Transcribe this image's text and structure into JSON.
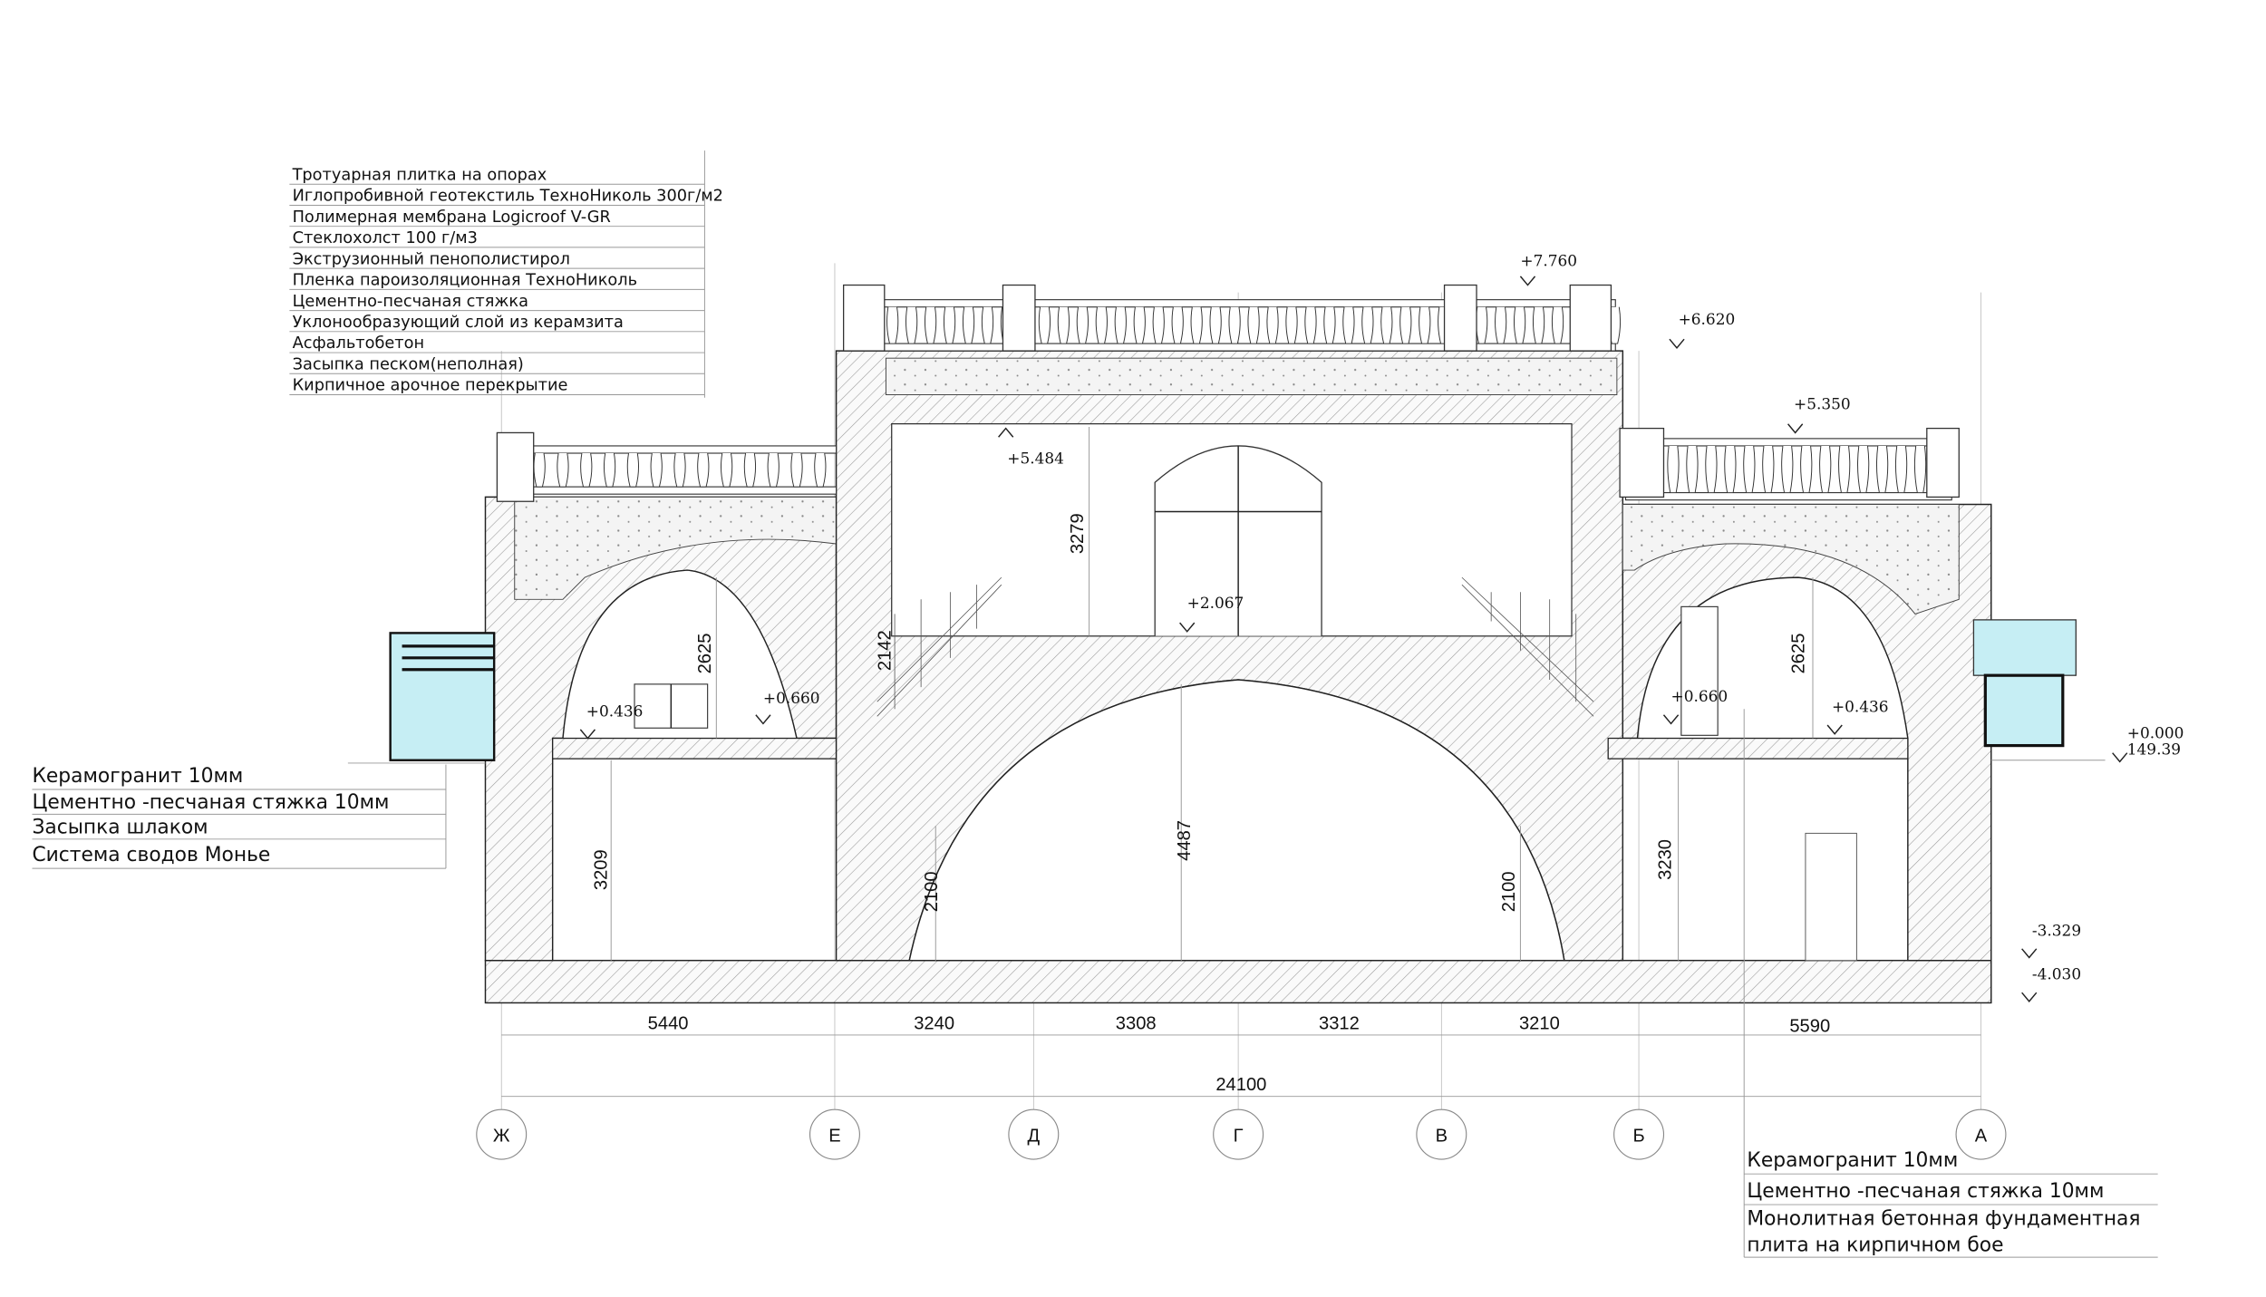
{
  "roof_legend": [
    "Тротуарная плитка на опорах",
    "Иглопробивной геотекстиль ТехноНиколь 300г/м2",
    "Полимерная мембрана Logicroof V-GR",
    "Стеклохолст 100 г/м3",
    "Экструзионный пенополистирол",
    "Пленка пароизоляционная ТехноНиколь",
    "Цементно-песчаная стяжка",
    "Уклонообразующий слой из керамзита",
    "Асфальтобетон",
    "Засыпка песком(неполная)",
    "Кирпичное арочное перекрытие"
  ],
  "floor_legend_left": [
    "Керамогранит 10мм",
    "Цементно -песчаная стяжка 10мм",
    "Засыпка шлаком",
    "Система сводов Монье"
  ],
  "floor_legend_right": [
    "Керамогранит 10мм",
    "Цементно -песчаная стяжка 10мм",
    "Монолитная  бетонная фундаментная",
    "плита на кирпичном бое"
  ],
  "axes": [
    "Ж",
    "Е",
    "Д",
    "Г",
    "В",
    "Б",
    "А"
  ],
  "horizontal_dims": [
    "5440",
    "3240",
    "3308",
    "3312",
    "3210",
    "5590"
  ],
  "total_dim": "24100",
  "vertical_dims": {
    "left_upper": "2625",
    "stair_left": "2142",
    "central_upper": "3279",
    "central_lower": "4487",
    "basement_left": "2100",
    "basement_right": "2100",
    "left_lower": "3209",
    "right_lower": "3230",
    "right_upper": "2625"
  },
  "elevations": {
    "top": "+7.760",
    "central_roof": "+6.620",
    "right_roof": "+5.350",
    "left_mezz": "+5.484",
    "central_floor": "+2.067",
    "left_floor_1": "+0.660",
    "left_floor_2": "+0.436",
    "right_floor_1": "+0.660",
    "right_floor_2": "+0.436",
    "zero": "+0.000",
    "absolute": "149.39",
    "basement_floor": "-3.329",
    "foundation": "-4.030"
  },
  "colors": {
    "glass": "#c6eef4",
    "hatch": "#8a8a8a",
    "line": "#222222"
  }
}
